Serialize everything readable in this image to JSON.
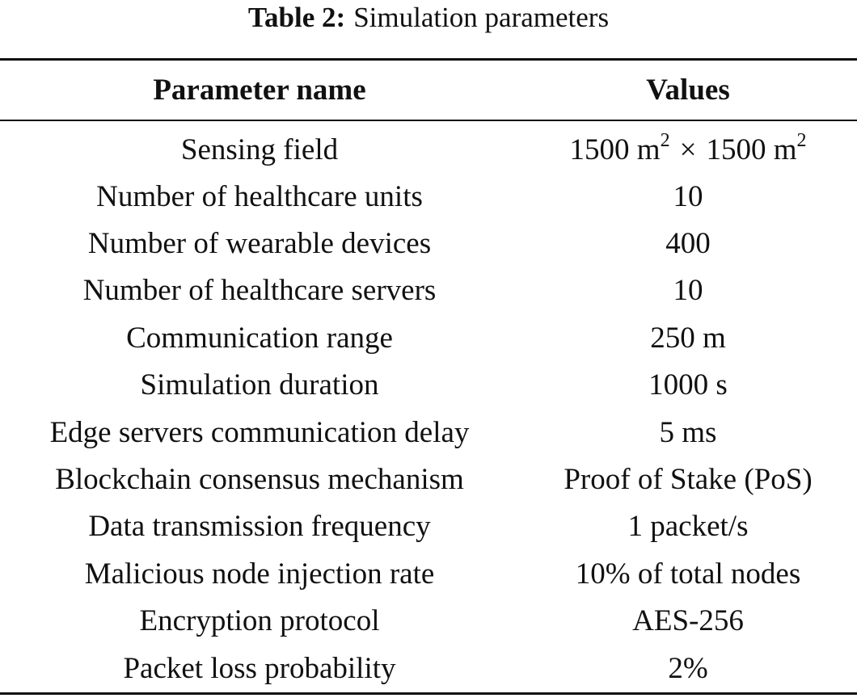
{
  "caption": {
    "label": "Table 2:",
    "text": "Simulation parameters"
  },
  "table": {
    "headers": [
      "Parameter name",
      "Values"
    ],
    "sensing_field": {
      "name": "Sensing field",
      "value_left": "1500 m",
      "exp_left": "2",
      "times": "×",
      "value_right": "1500 m",
      "exp_right": "2"
    },
    "rows": [
      {
        "name": "Number of healthcare units",
        "value": "10"
      },
      {
        "name": "Number of wearable devices",
        "value": "400"
      },
      {
        "name": "Number of healthcare servers",
        "value": "10"
      },
      {
        "name": "Communication range",
        "value": "250 m"
      },
      {
        "name": "Simulation duration",
        "value": "1000 s"
      },
      {
        "name": "Edge servers communication delay",
        "value": "5 ms"
      },
      {
        "name": "Blockchain consensus mechanism",
        "value": "Proof of Stake (PoS)"
      },
      {
        "name": "Data transmission frequency",
        "value": "1 packet/s"
      },
      {
        "name": "Malicious node injection rate",
        "value": "10% of total nodes"
      },
      {
        "name": "Encryption protocol",
        "value": "AES-256"
      },
      {
        "name": "Packet loss probability",
        "value": "2%"
      }
    ]
  }
}
